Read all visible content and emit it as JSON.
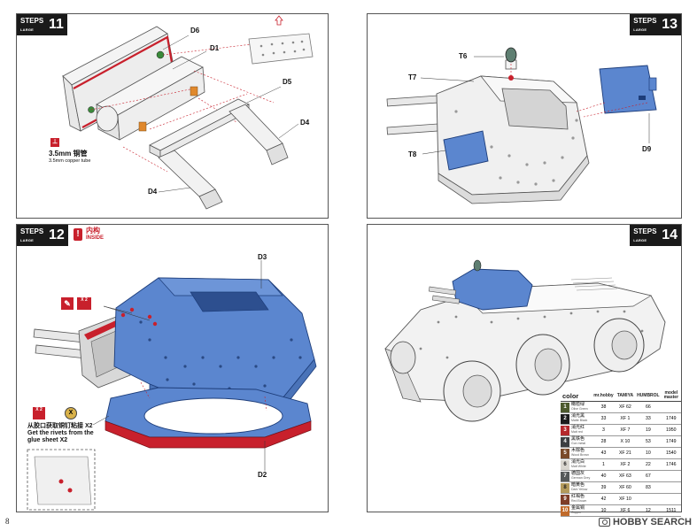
{
  "page_number": "8",
  "watermark": "HOBBY SEARCH",
  "steps_label": "STEPS",
  "steps_sub": "LARGE MODEL",
  "step11": {
    "number": "11",
    "parts": [
      "D6",
      "D1",
      "D5",
      "D4",
      "D4"
    ],
    "note_cn": "3.5mm 铜管",
    "note_en": "3.5mm copper tube"
  },
  "step12": {
    "number": "12",
    "inside_cn": "内构",
    "inside_en": "INSIDE",
    "parts": [
      "D3",
      "D2"
    ],
    "x2_a": "X 2",
    "x2_b": "X 2",
    "sprue_letter": "X",
    "note_cn": "从胶口获取铜钉粘接 X2",
    "note_en_1": "Get the rivets from the",
    "note_en_2": "glue sheet X2"
  },
  "step13": {
    "number": "13",
    "parts": [
      "T6",
      "T7",
      "T8",
      "D9"
    ]
  },
  "step14": {
    "number": "14",
    "table": {
      "headers": [
        "color",
        "mr.hobby",
        "TAMIYA",
        "HUMBROL",
        "model master"
      ],
      "rows": [
        {
          "n": "1",
          "cn": "橄榄绿",
          "en": "Olive Green",
          "c1": "38",
          "c2": "XF 62",
          "c3": "66",
          "c4": "",
          "color": "#4d5a2e"
        },
        {
          "n": "2",
          "cn": "消光黑",
          "en": "Matte Black",
          "c1": "33",
          "c2": "XF 1",
          "c3": "33",
          "c4": "1749",
          "color": "#1c1c1c"
        },
        {
          "n": "3",
          "cn": "消光红",
          "en": "Matt red",
          "c1": "3",
          "c2": "XF 7",
          "c3": "19",
          "c4": "1950",
          "color": "#b5282c"
        },
        {
          "n": "4",
          "cn": "黑铁色",
          "en": "Gun metal",
          "c1": "28",
          "c2": "X 10",
          "c3": "53",
          "c4": "1749",
          "color": "#3d3f42"
        },
        {
          "n": "5",
          "cn": "木棕色",
          "en": "Wood Brown",
          "c1": "43",
          "c2": "XF 21",
          "c3": "10",
          "c4": "1540",
          "color": "#7a4a2a"
        },
        {
          "n": "6",
          "cn": "消光白",
          "en": "Matt White",
          "c1": "1",
          "c2": "XF 2",
          "c3": "22",
          "c4": "1746",
          "color": "#d9d6cf"
        },
        {
          "n": "7",
          "cn": "德国灰",
          "en": "German Grey",
          "c1": "40",
          "c2": "XF 63",
          "c3": "67",
          "c4": "",
          "color": "#55595a"
        },
        {
          "n": "8",
          "cn": "暗黄色",
          "en": "Dark Yellow",
          "c1": "39",
          "c2": "XF 60",
          "c3": "83",
          "c4": "",
          "color": "#b39a5b"
        },
        {
          "n": "9",
          "cn": "红褐色",
          "en": "Red Brown",
          "c1": "42",
          "c2": "XF 10",
          "c3": "",
          "c4": "",
          "color": "#7e3d28"
        },
        {
          "n": "10",
          "cn": "金属铜",
          "en": "Copper",
          "c1": "10",
          "c2": "XF 6",
          "c3": "12",
          "c4": "1511",
          "color": "#c06a2a"
        }
      ]
    }
  },
  "colors": {
    "part_blue": "#5b86cf",
    "part_grey": "#ececec",
    "accent_red": "#c8202c",
    "copper": "#e0882c",
    "part_green": "#3a8a3a"
  }
}
